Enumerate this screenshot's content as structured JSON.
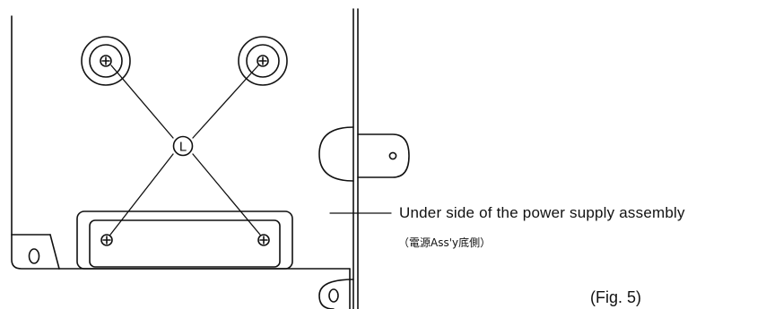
{
  "labels": {
    "callout": "Under side of the power supply assembly",
    "callout_jp": "（電源Ass'y底側）",
    "figure": "(Fig. 5)",
    "screw_marker": "L"
  },
  "colors": {
    "line": "#111111",
    "background": "#ffffff"
  }
}
